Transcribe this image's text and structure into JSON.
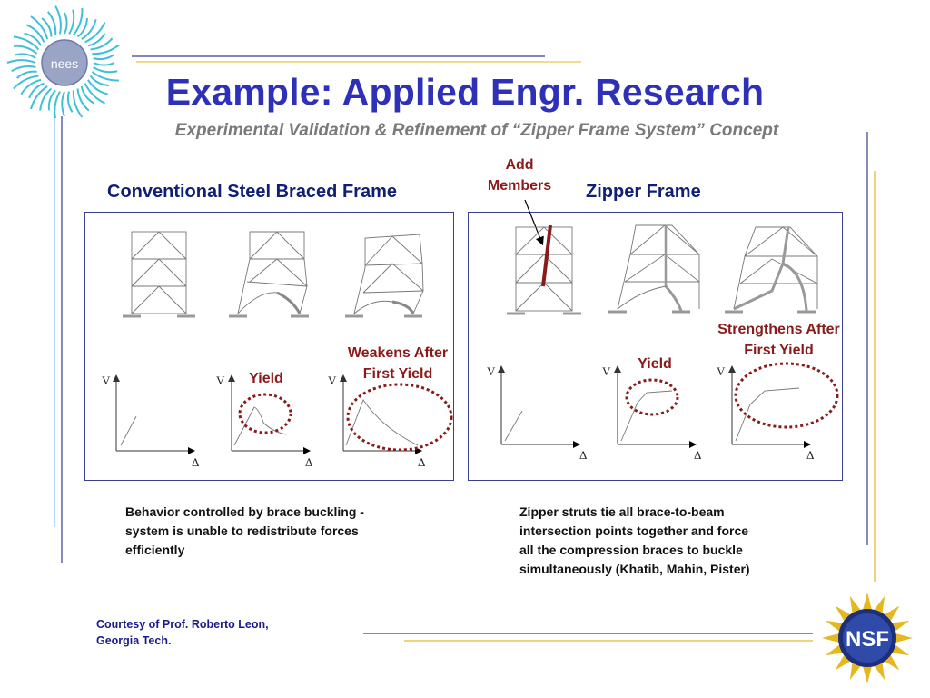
{
  "logo_nees": "nees",
  "logo_nsf": "NSF",
  "title": "Example: Applied Engr. Research",
  "subtitle": "Experimental Validation & Refinement of “Zipper Frame System” Concept",
  "left_heading": "Conventional Steel Braced Frame",
  "right_heading": "Zipper Frame",
  "annotations": {
    "add_members": [
      "Add",
      "Members"
    ],
    "weakens": [
      "Weakens After",
      "First Yield"
    ],
    "strengthens": [
      "Strengthens After",
      "First Yield"
    ],
    "yield_left": "Yield",
    "yield_right": "Yield"
  },
  "axis_labels": {
    "v": "V",
    "delta": "Δ"
  },
  "left_description": [
    "Behavior controlled by brace buckling -",
    "system is unable to redistribute forces",
    "efficiently"
  ],
  "right_description": [
    "Zipper struts tie all brace-to-beam",
    "intersection points together and force",
    "all the compression braces to buckle",
    "simultaneously (Khatib, Mahin, Pister)"
  ],
  "credit": [
    "Courtesy of Prof. Roberto Leon,",
    "Georgia Tech."
  ],
  "colors": {
    "title": "#2e31b8",
    "heading": "#0f1f75",
    "annotation": "#8b1a1a",
    "panel_border": "#3a3e8f",
    "accent_line": "#e8c64a"
  }
}
